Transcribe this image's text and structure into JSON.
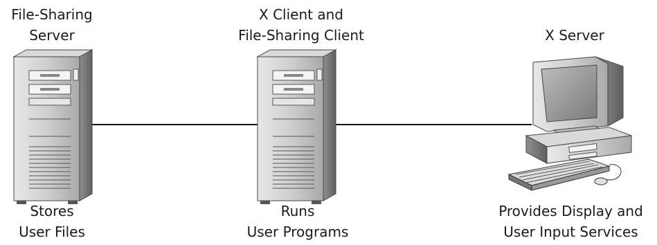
{
  "nodes": [
    {
      "id": "file-sharing-server",
      "title": [
        "File-Sharing",
        "Server"
      ],
      "description": [
        "Stores",
        "User Files"
      ],
      "device": "tower-server"
    },
    {
      "id": "x-client",
      "title": [
        "X Client and",
        "File-Sharing Client"
      ],
      "description": [
        "Runs",
        "User Programs"
      ],
      "device": "tower-server"
    },
    {
      "id": "x-server",
      "title": [
        "X Server"
      ],
      "description": [
        "Provides Display and",
        "User Input Services"
      ],
      "device": "desktop-computer"
    }
  ],
  "connections": [
    {
      "from": "file-sharing-server",
      "to": "x-client"
    },
    {
      "from": "x-client",
      "to": "x-server"
    }
  ]
}
